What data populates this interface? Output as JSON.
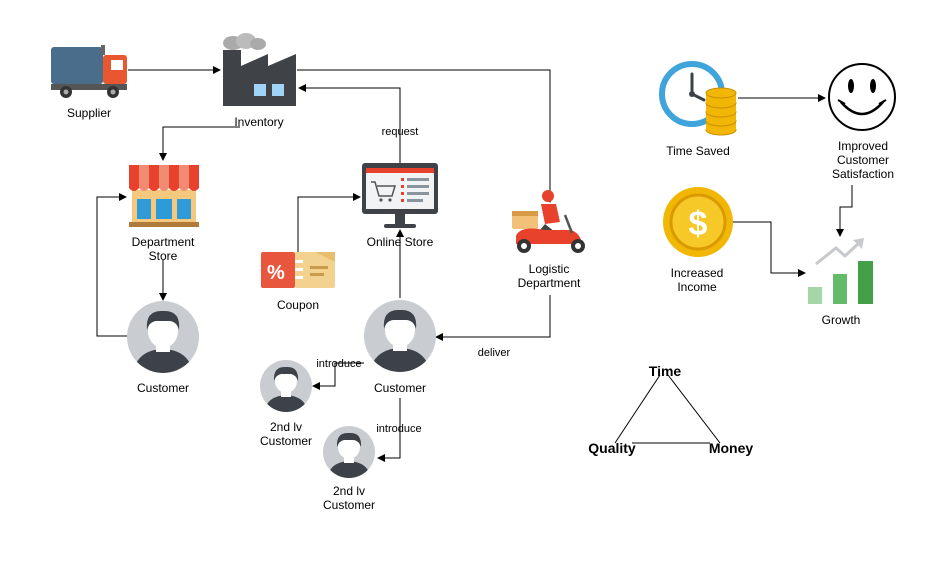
{
  "nodes": {
    "supplier": "Supplier",
    "inventory": "Inventory",
    "department_store": "Department Store",
    "online_store": "Online Store",
    "coupon": "Coupon",
    "logistic_department": "Logistic Department",
    "customer_left": "Customer",
    "customer_center": "Customer",
    "second_lv_customer_a": "2nd lv Customer",
    "second_lv_customer_b": "2nd lv Customer",
    "time_saved": "Time Saved",
    "improved_satisfaction": "Improved Customer Satisfaction",
    "increased_income": "Increased Income",
    "growth": "Growth"
  },
  "edges": {
    "request": "request",
    "deliver": "deliver",
    "introduce_a": "introduce",
    "introduce_b": "introduce"
  },
  "triangle": {
    "top": "Time",
    "left": "Quality",
    "right": "Money"
  },
  "colors": {
    "truck": "#4a6d8c",
    "truck_cab": "#e8572f",
    "factory": "#3f4347",
    "store_awning": "#e8412c",
    "clock_ring": "#3fa3dc",
    "coin": "#f2b705",
    "growth_green": "#4caf50",
    "avatar_bg": "#c9ccd1",
    "avatar_dark": "#3c4248"
  }
}
